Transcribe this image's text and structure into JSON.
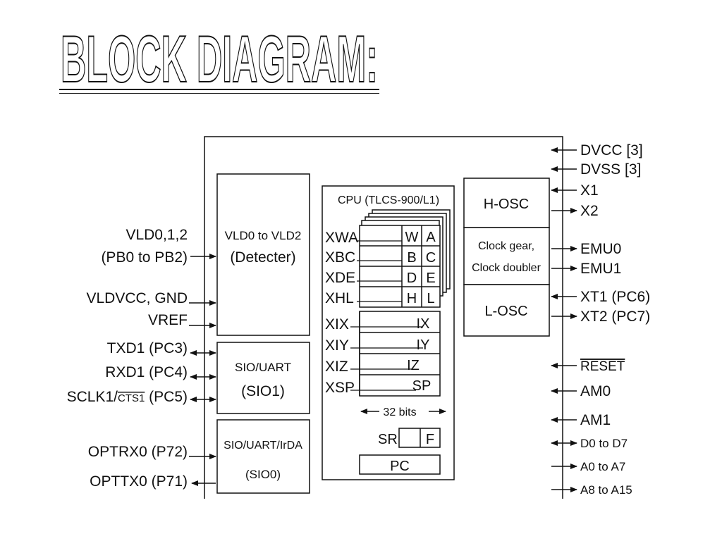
{
  "title": "BLOCK DIAGRAM:",
  "blocks": {
    "vld": {
      "line1": "VLD0 to VLD2",
      "line2": "(Detecter)"
    },
    "sio1": {
      "line1": "SIO/UART",
      "line2": "(SIO1)"
    },
    "sio0": {
      "line1": "SIO/UART/IrDA",
      "line2": "(SIO0)"
    },
    "cpu": {
      "title": "CPU (TLCS-900/L1)"
    },
    "hosc": "H-OSC",
    "clock": {
      "line1": "Clock gear,",
      "line2": "Clock doubler"
    },
    "losc": "L-OSC"
  },
  "registers": {
    "names": [
      "XWA",
      "XBC",
      "XDE",
      "XHL",
      "XIX",
      "XIY",
      "XIZ",
      "XSP"
    ],
    "hi_bytes": [
      "W",
      "B",
      "D",
      "H"
    ],
    "lo_bytes": [
      "A",
      "C",
      "E",
      "L"
    ],
    "index": [
      "IX",
      "IY",
      "IZ",
      "SP"
    ],
    "bits": "32 bits",
    "sr": "SR",
    "flag": "F",
    "pc": "PC"
  },
  "left_pins": [
    {
      "label": "VLD0,1,2",
      "dir": ""
    },
    {
      "label": "(PB0 to PB2)",
      "dir": "in"
    },
    {
      "label": "VLDVCC, GND",
      "dir": "in"
    },
    {
      "label": "VREF",
      "dir": "in"
    },
    {
      "label": "TXD1 (PC3)",
      "dir": "bi"
    },
    {
      "label": "RXD1 (PC4)",
      "dir": "bi"
    },
    {
      "label": "SCLK1/",
      "overline": "CTS1",
      "suffix": " (PC5)",
      "dir": "bi"
    },
    {
      "label": "OPTRX0 (P72)",
      "dir": "in"
    },
    {
      "label": "OPTTX0 (P71)",
      "dir": "out"
    }
  ],
  "right_pins": [
    {
      "label": "DVCC [3]",
      "dir": "in"
    },
    {
      "label": "DVSS [3]",
      "dir": "in"
    },
    {
      "label": "X1",
      "dir": "in"
    },
    {
      "label": "X2",
      "dir": "out"
    },
    {
      "label": "EMU0",
      "dir": "out"
    },
    {
      "label": "EMU1",
      "dir": "out"
    },
    {
      "label": "XT1 (PC6)",
      "dir": "in"
    },
    {
      "label": "XT2 (PC7)",
      "dir": "out"
    },
    {
      "label": "RESET",
      "overline": true,
      "dir": "in"
    },
    {
      "label": "AM0",
      "dir": "in"
    },
    {
      "label": "AM1",
      "dir": "in"
    },
    {
      "label": "D0 to D7",
      "dir": "bi"
    },
    {
      "label": "A0 to A7",
      "dir": "out"
    },
    {
      "label": "A8 to A15",
      "dir": "out"
    }
  ]
}
